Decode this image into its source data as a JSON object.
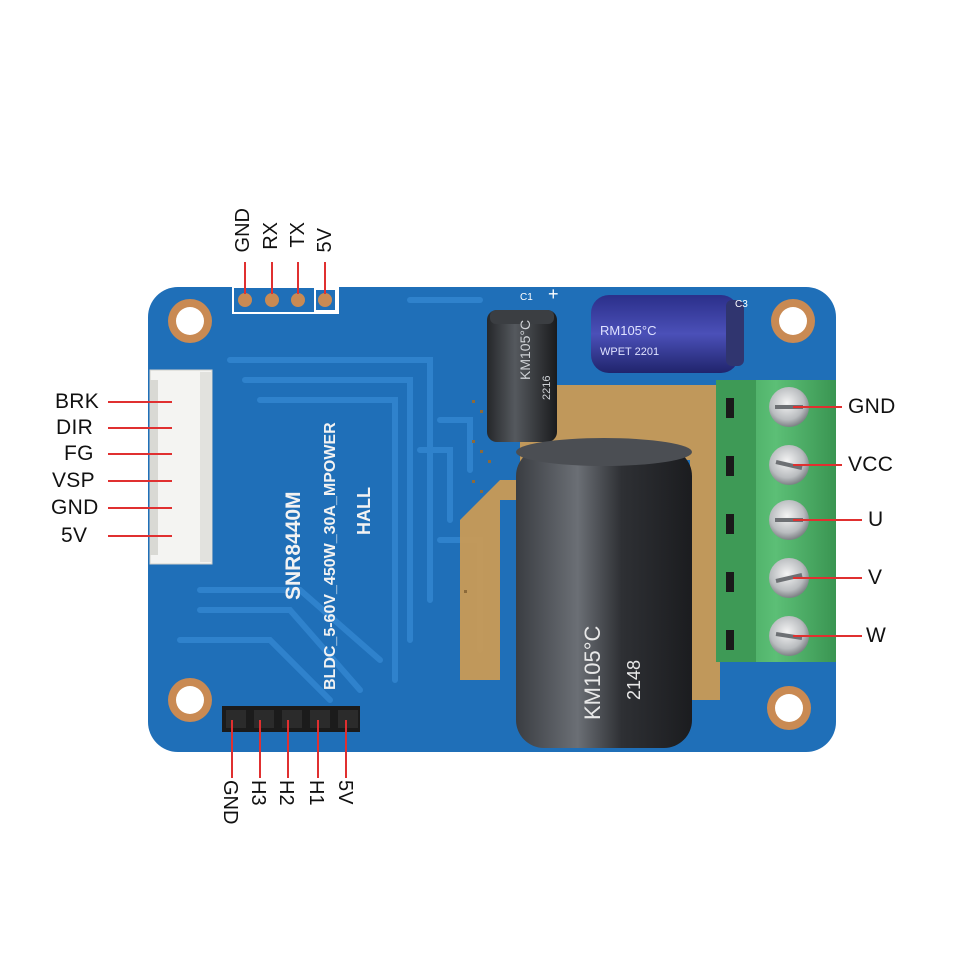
{
  "board": {
    "silkscreen": {
      "model": "SNR8440M",
      "spec": "BLDC_5-60V_450W_30A_MPOWER",
      "hall": "HALL",
      "c1": "C1",
      "c3": "C3"
    },
    "small_cap_marking": "KM105°C",
    "small_cap_code": "2216",
    "blue_cap_marking": "RM105°C",
    "blue_cap_code": "WPET 2201",
    "big_cap_marking": "KM105°C",
    "big_cap_code": "2148"
  },
  "top_header": {
    "pins": [
      "GND",
      "RX",
      "TX",
      "5V"
    ]
  },
  "left_connector": {
    "pins": [
      "BRK",
      "DIR",
      "FG",
      "VSP",
      "GND",
      "5V"
    ]
  },
  "terminal_block": {
    "pins": [
      "GND",
      "VCC",
      "U",
      "V",
      "W"
    ]
  },
  "hall_header": {
    "pins": [
      "GND",
      "H3",
      "H2",
      "H1",
      "5V"
    ]
  },
  "colors": {
    "pcb": "#1f6fb8",
    "pcb_trace": "#2f82cc",
    "gold": "#c99a55",
    "terminal": "#4fb36a",
    "pointer": "#e03030"
  }
}
